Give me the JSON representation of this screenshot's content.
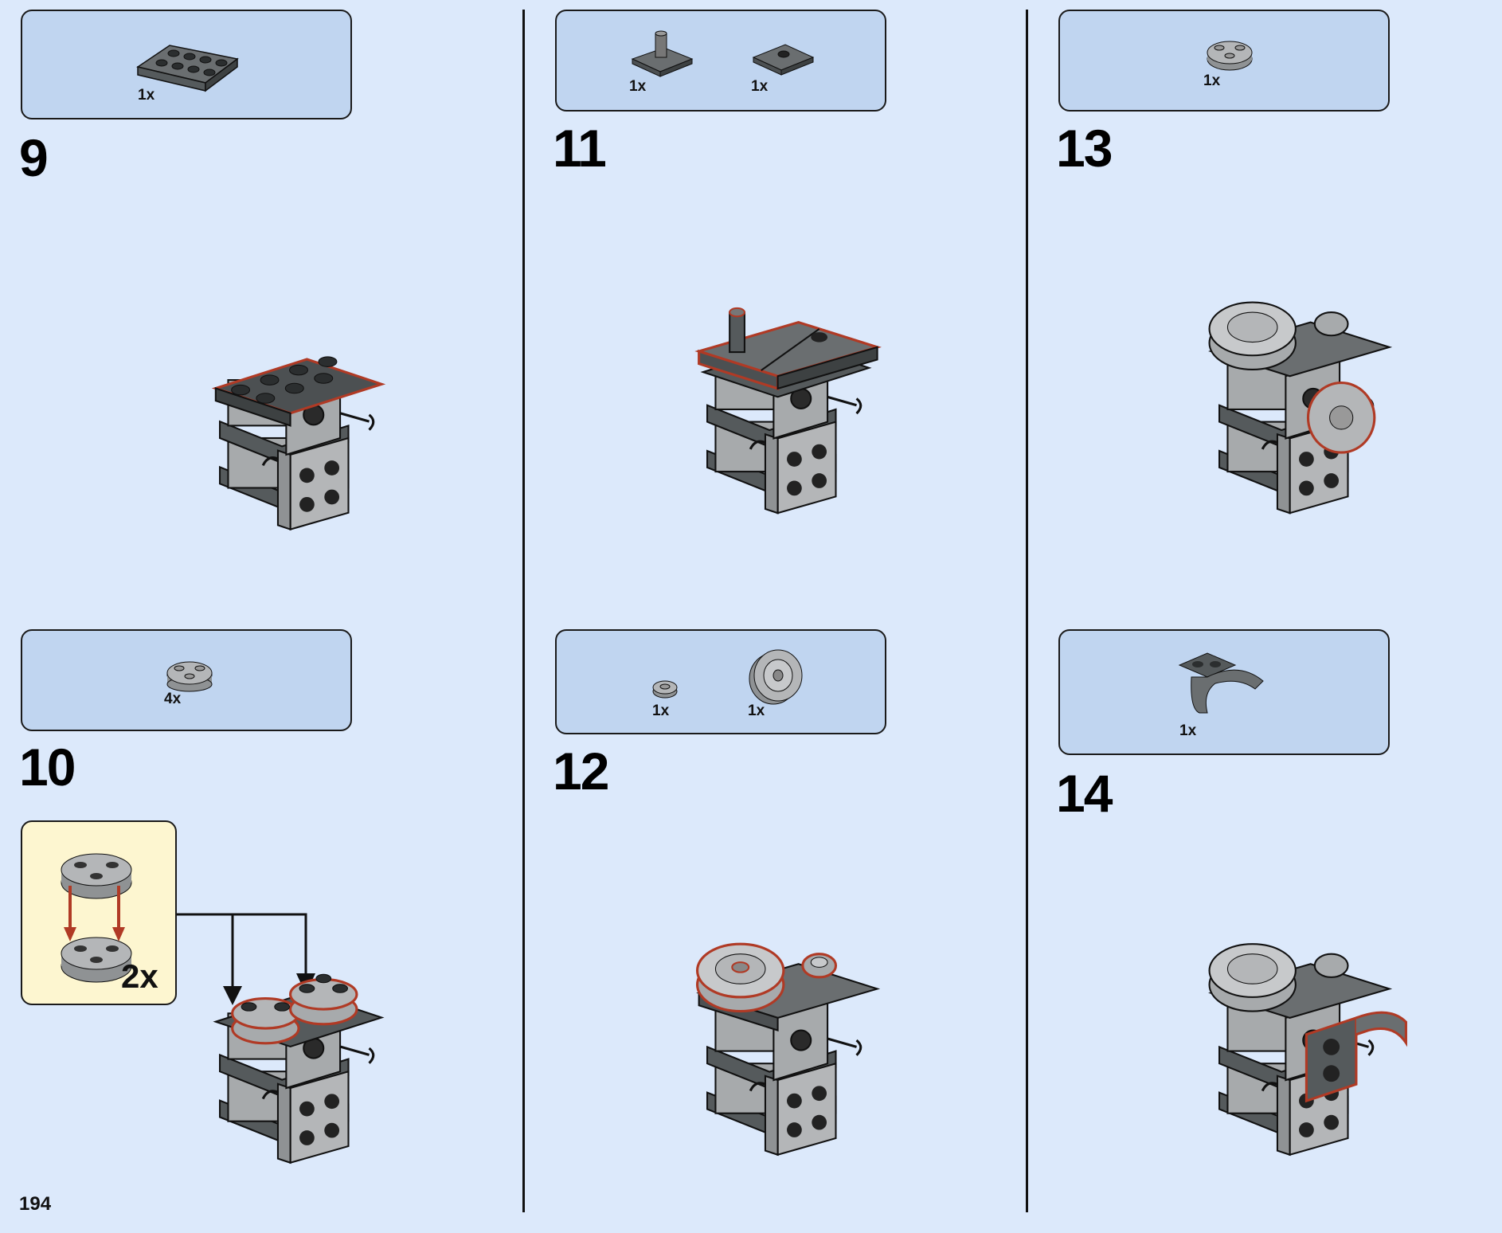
{
  "page_number": "194",
  "colors": {
    "background": "#dce9fb",
    "parts_box": "#c0d5f0",
    "subassembly_box": "#fdf6d0",
    "highlight": "#b03a25",
    "dark_brick": "#555a5c",
    "light_brick": "#9ea1a3"
  },
  "steps": [
    {
      "number": "9",
      "parts": [
        {
          "icon": "plate-2x4-dark-gray",
          "qty": "1x"
        }
      ]
    },
    {
      "number": "10",
      "parts": [
        {
          "icon": "round-plate-2x2-light-gray",
          "qty": "4x"
        }
      ],
      "subassembly_qty": "2x"
    },
    {
      "number": "11",
      "parts": [
        {
          "icon": "tile-2x2-with-pin-dark-gray",
          "qty": "1x"
        },
        {
          "icon": "jumper-plate-2x2-dark-gray",
          "qty": "1x"
        }
      ]
    },
    {
      "number": "12",
      "parts": [
        {
          "icon": "round-tile-1x1-light-gray",
          "qty": "1x"
        },
        {
          "icon": "wheel-rim-light-gray",
          "qty": "1x"
        }
      ]
    },
    {
      "number": "13",
      "parts": [
        {
          "icon": "round-plate-2x2-light-gray",
          "qty": "1x"
        }
      ]
    },
    {
      "number": "14",
      "parts": [
        {
          "icon": "curved-bracket-plate-dark-gray",
          "qty": "1x"
        }
      ]
    }
  ]
}
